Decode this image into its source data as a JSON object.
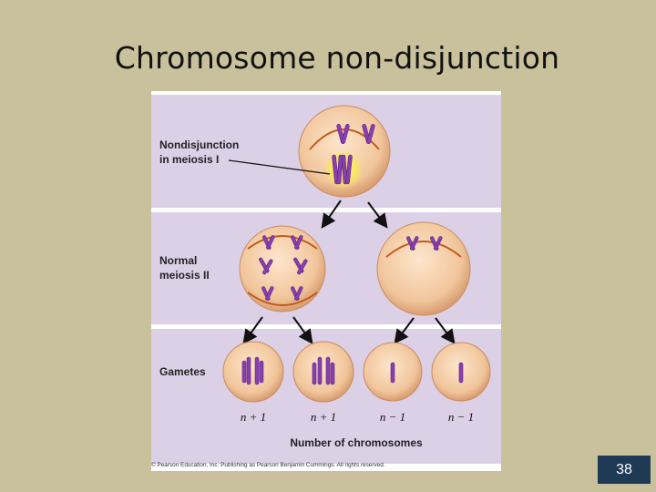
{
  "slide": {
    "title": "Chromosome non-disjunction",
    "page_number": "38"
  },
  "figure": {
    "row_labels": {
      "nondisjunction_line1": "Nondisjunction",
      "nondisjunction_line2": "in meiosis I",
      "normal_line1": "Normal",
      "normal_line2": "meiosis II",
      "gametes": "Gametes"
    },
    "gamete_counts": [
      "n + 1",
      "n + 1",
      "n − 1",
      "n − 1"
    ],
    "axis_label": "Number of chromosomes",
    "footer": "© Pearson Education, Inc. Publishing as Pearson Benjamin Cummings. All rights reserved."
  },
  "colors": {
    "background": "#c8c19c",
    "panel": "#dcd0e6",
    "cell": "#f2caa2",
    "chromosome": "#8a3fb0",
    "spindle": "#c25a1c",
    "page_box": "#1f3a55"
  }
}
